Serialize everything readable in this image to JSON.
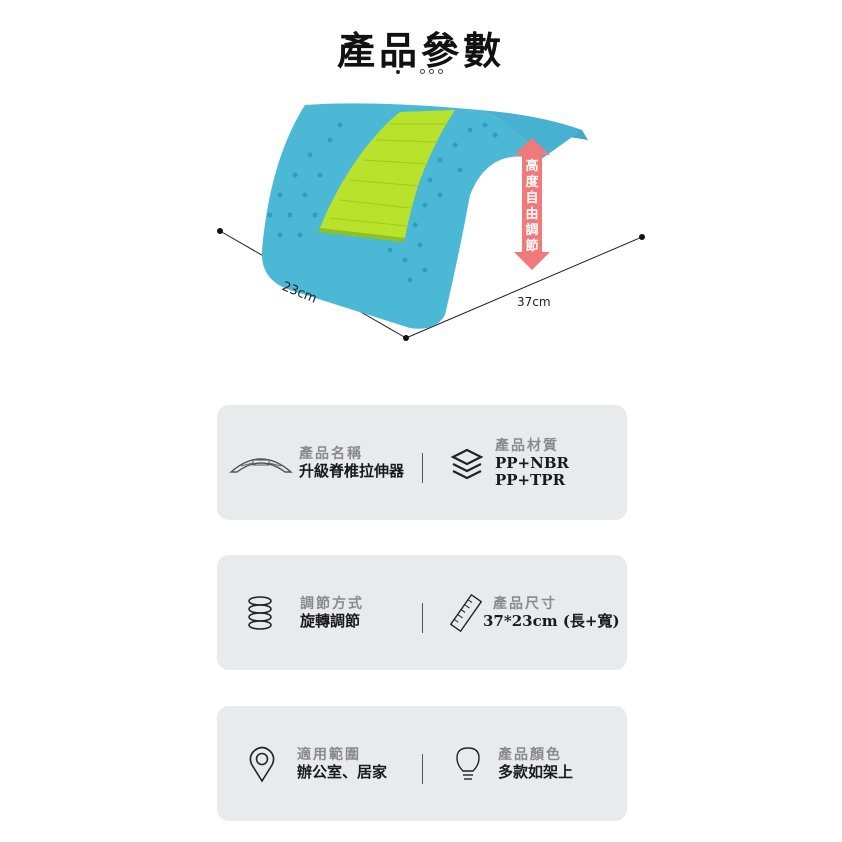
{
  "header": {
    "title": "產品參數",
    "pager": {
      "active_index": 0,
      "total": 4
    }
  },
  "product_image": {
    "width_label": "23cm",
    "length_label": "37cm",
    "height_arrow_label": "高度自由調節",
    "colors": {
      "base": "#4bb8d6",
      "center": "#b9e22d",
      "arrow": "#f07a7a"
    }
  },
  "specs": [
    {
      "left": {
        "icon": "stretcher-icon",
        "label": "產品名稱",
        "value": "升級脊椎拉伸器"
      },
      "right": {
        "icon": "layers-icon",
        "label": "產品材質",
        "value_lines": [
          "PP+NBR",
          "PP+TPR"
        ]
      }
    },
    {
      "left": {
        "icon": "spring-icon",
        "label": "調節方式",
        "value": "旋轉調節"
      },
      "right": {
        "icon": "ruler-icon",
        "label": "產品尺寸",
        "value": "37*23cm (長+寬)"
      }
    },
    {
      "left": {
        "icon": "location-pin-icon",
        "label": "適用範圍",
        "value": "辦公室、居家"
      },
      "right": {
        "icon": "lightbulb-icon",
        "label": "產品顏色",
        "value": "多款如架上"
      }
    }
  ],
  "theme": {
    "card_bg": "#e8ebee",
    "label_color": "#8a8a8a",
    "value_color": "#1a1a1a"
  }
}
